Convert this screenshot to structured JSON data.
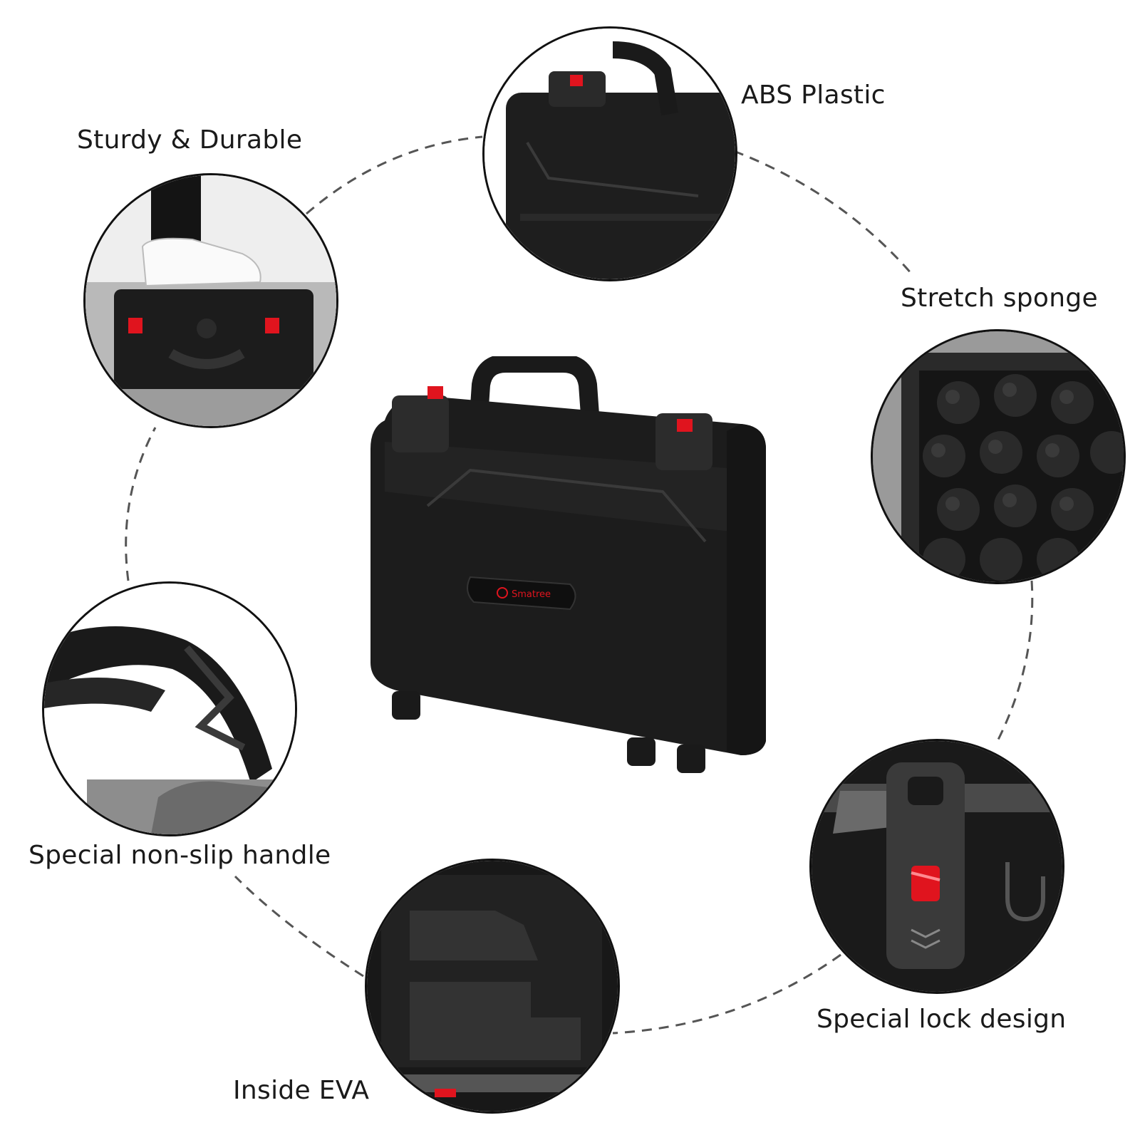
{
  "features": {
    "sturdy": "Sturdy & Durable",
    "abs": "ABS Plastic",
    "sponge": "Stretch sponge",
    "handle": "Special non-slip handle",
    "lock": "Special lock design",
    "eva": "Inside EVA"
  },
  "product": {
    "brand": "Smatree"
  },
  "colors": {
    "case": "#1c1c1c",
    "accent": "#e0141e",
    "dash": "#555555"
  }
}
